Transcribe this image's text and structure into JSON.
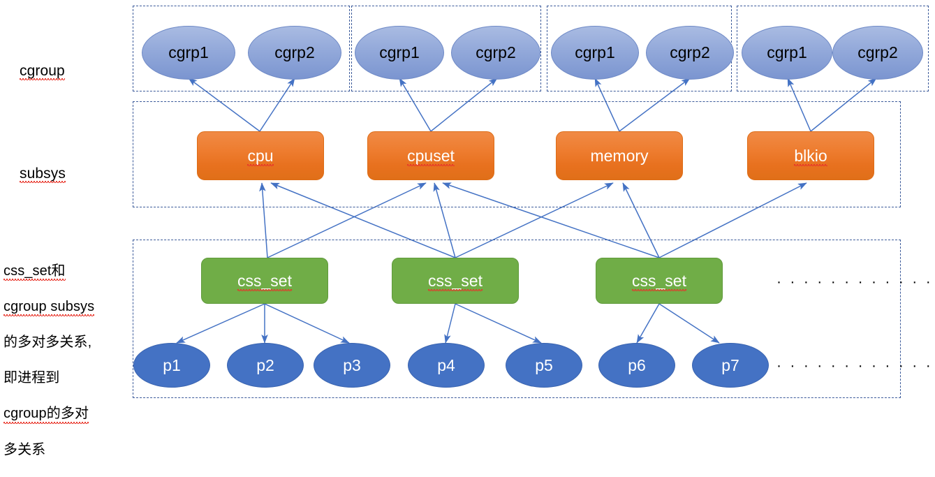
{
  "diagram": {
    "title": "cgroup / subsys / css_set relationship diagram",
    "colors": {
      "cgroup_ellipse": "#93a9da",
      "subsys_box": "#ed7d31",
      "cssset_box": "#70ad47",
      "process_ellipse": "#4472c4",
      "connector": "#4472c4",
      "container_border": "#3b5a9a",
      "spellcheck_underline": "#e8352b"
    },
    "row_labels": [
      {
        "id": "cgroup",
        "text": "cgroup",
        "spellcheck_underline": true
      },
      {
        "id": "subsys",
        "text": "subsys",
        "spellcheck_underline": true
      },
      {
        "id": "cssset",
        "lines": [
          "css_set和",
          "cgroup subsys",
          "的多对多关系,",
          "即进程到",
          "cgroup的多对",
          "多关系"
        ]
      }
    ],
    "cgroup_row": {
      "hierarchies": [
        {
          "id": "h1",
          "nodes": [
            {
              "label": "cgrp1"
            },
            {
              "label": "cgrp2"
            }
          ]
        },
        {
          "id": "h2",
          "nodes": [
            {
              "label": "cgrp1"
            },
            {
              "label": "cgrp2"
            }
          ]
        },
        {
          "id": "h3",
          "nodes": [
            {
              "label": "cgrp1"
            },
            {
              "label": "cgrp2"
            }
          ]
        },
        {
          "id": "h4",
          "nodes": [
            {
              "label": "cgrp1"
            },
            {
              "label": "cgrp2"
            }
          ]
        }
      ]
    },
    "subsys_row": {
      "nodes": [
        {
          "id": "cpu",
          "label": "cpu",
          "spellcheck_underline": true
        },
        {
          "id": "cpuset",
          "label": "cpuset",
          "spellcheck_underline": true
        },
        {
          "id": "memory",
          "label": "memory",
          "spellcheck_underline": false
        },
        {
          "id": "blkio",
          "label": "blkio",
          "spellcheck_underline": true
        }
      ]
    },
    "cssset_row": {
      "nodes": [
        {
          "id": "css1",
          "label": "css_set",
          "spellcheck_underline": true
        },
        {
          "id": "css2",
          "label": "css_set",
          "spellcheck_underline": true
        },
        {
          "id": "css3",
          "label": "css_set",
          "spellcheck_underline": true
        }
      ],
      "ellipsis": "· · · · · · · · · · · · · · · · · ·"
    },
    "process_row": {
      "nodes": [
        {
          "id": "p1",
          "label": "p1"
        },
        {
          "id": "p2",
          "label": "p2"
        },
        {
          "id": "p3",
          "label": "p3"
        },
        {
          "id": "p4",
          "label": "p4"
        },
        {
          "id": "p5",
          "label": "p5"
        },
        {
          "id": "p6",
          "label": "p6"
        },
        {
          "id": "p7",
          "label": "p7"
        }
      ],
      "ellipsis": "· · · · · · · · · · · · · · · · · ·"
    },
    "edges": {
      "subsys_to_cgroup": [
        {
          "from": "cpu",
          "to": [
            "h1.cgrp1",
            "h1.cgrp2"
          ]
        },
        {
          "from": "cpuset",
          "to": [
            "h2.cgrp1",
            "h2.cgrp2"
          ]
        },
        {
          "from": "memory",
          "to": [
            "h3.cgrp1",
            "h3.cgrp2"
          ]
        },
        {
          "from": "blkio",
          "to": [
            "h4.cgrp1",
            "h4.cgrp2"
          ]
        }
      ],
      "cssset_to_subsys": [
        {
          "from": "css1",
          "to": [
            "cpu",
            "cpuset"
          ]
        },
        {
          "from": "css2",
          "to": [
            "cpu",
            "cpuset",
            "memory"
          ]
        },
        {
          "from": "css3",
          "to": [
            "cpuset",
            "memory",
            "blkio"
          ]
        }
      ],
      "cssset_to_process": [
        {
          "from": "css1",
          "to": [
            "p1",
            "p2",
            "p3"
          ]
        },
        {
          "from": "css2",
          "to": [
            "p4",
            "p5"
          ]
        },
        {
          "from": "css3",
          "to": [
            "p6",
            "p7"
          ]
        }
      ]
    }
  }
}
